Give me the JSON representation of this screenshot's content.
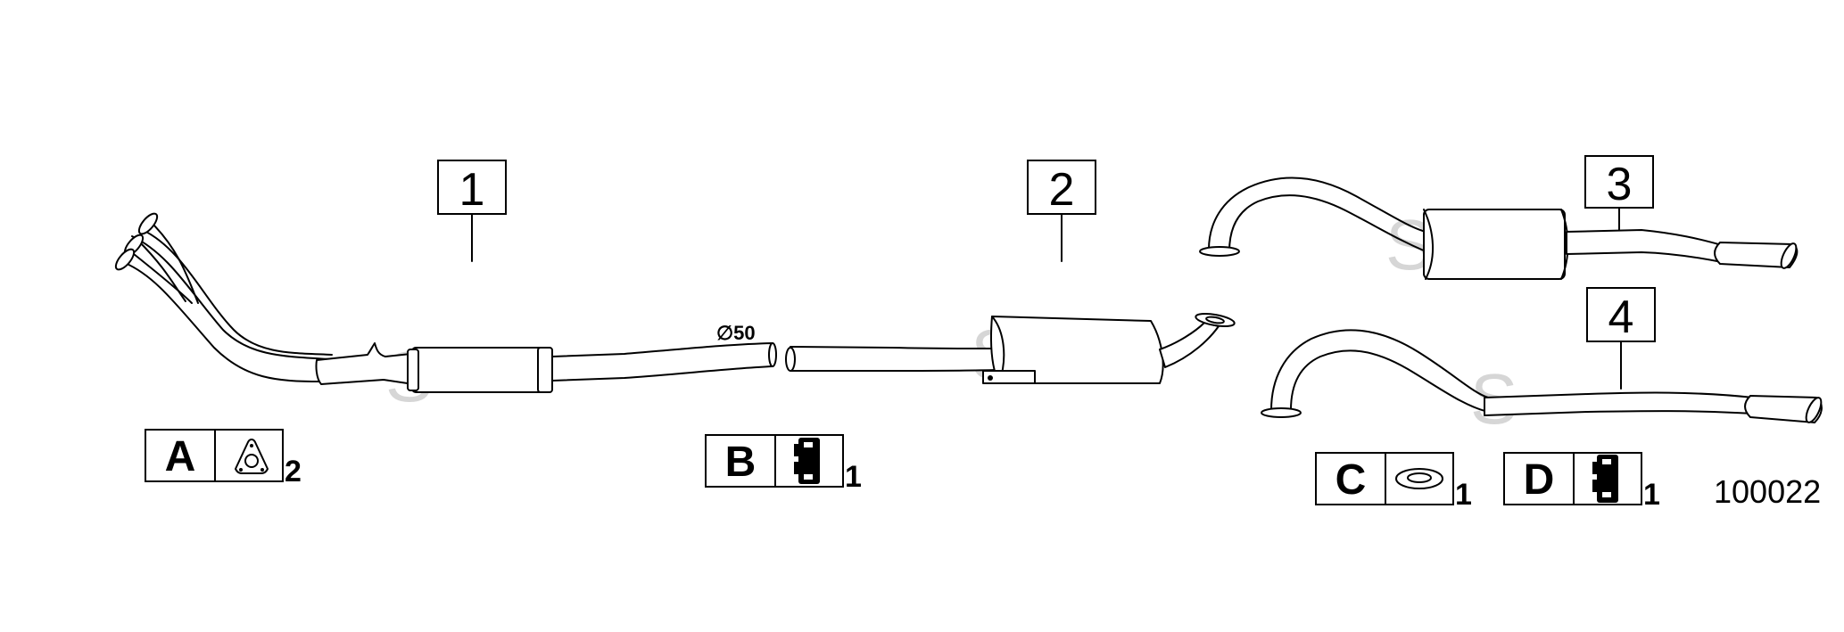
{
  "diagram_code": "100022",
  "diameter_label": "∅50",
  "watermark": "S",
  "parts": [
    {
      "number": "1"
    },
    {
      "number": "2"
    },
    {
      "number": "3"
    },
    {
      "number": "4"
    }
  ],
  "fittings": [
    {
      "letter": "A",
      "qty": "2",
      "icon": "flange-gasket-icon"
    },
    {
      "letter": "B",
      "qty": "1",
      "icon": "clamp-icon"
    },
    {
      "letter": "C",
      "qty": "1",
      "icon": "rubber-ring-icon"
    },
    {
      "letter": "D",
      "qty": "1",
      "icon": "clamp-icon"
    }
  ]
}
